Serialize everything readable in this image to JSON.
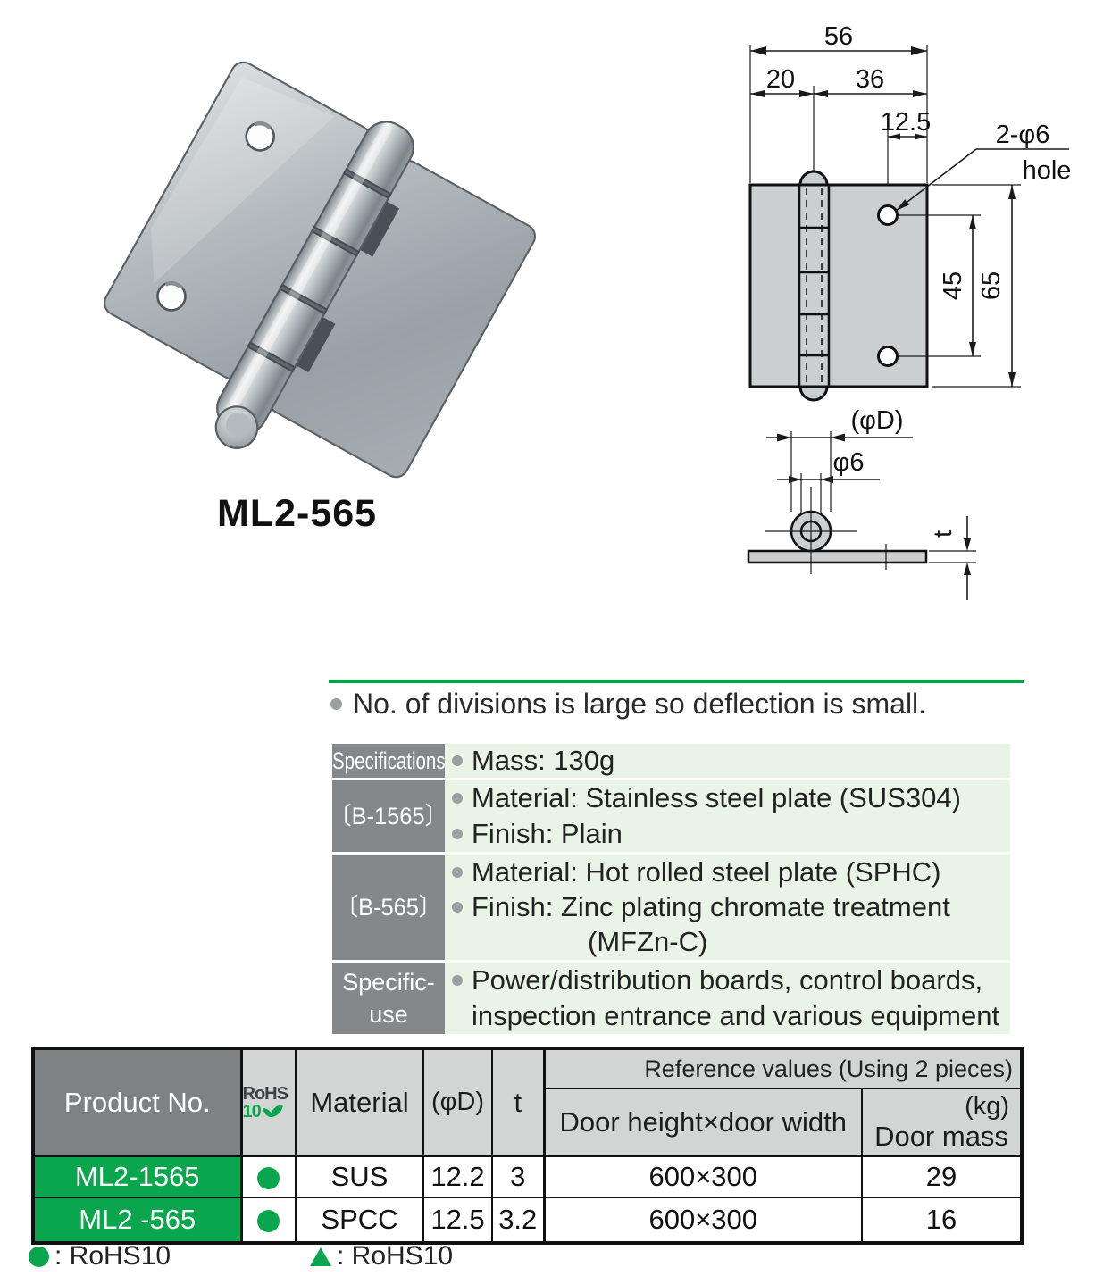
{
  "product": {
    "title": "ML2-565"
  },
  "note": {
    "text": "No. of divisions is large so deflection is small."
  },
  "drawing": {
    "front": {
      "w_total": "56",
      "w_left": "20",
      "w_right": "36",
      "hole_off": "12.5",
      "hole_label": "2-φ6",
      "hole_word": "hole",
      "hole_gap": "45",
      "h_total": "65"
    },
    "side": {
      "outer": "(φD)",
      "pin": "φ6",
      "thick": "t"
    }
  },
  "spec": {
    "rows": [
      {
        "label": "Specifications",
        "lines": [
          {
            "text": "Mass: 130g"
          }
        ]
      },
      {
        "label": "〔B-1565〕",
        "lines": [
          {
            "text": "Material: Stainless steel plate (SUS304)"
          },
          {
            "text": "Finish: Plain"
          }
        ]
      },
      {
        "label": "〔B-565〕",
        "lines": [
          {
            "text": "Material: Hot rolled steel plate (SPHC)"
          },
          {
            "text": "Finish: Zinc plating chromate treatment"
          },
          {
            "text": "(MFZn-C)"
          }
        ]
      },
      {
        "label": "Specific-",
        "label2": "use",
        "lines": [
          {
            "text": "Power/distribution boards, control boards,"
          },
          {
            "text": "inspection entrance and various equipment"
          }
        ]
      }
    ]
  },
  "ptable": {
    "headers": {
      "product_no": "Product No.",
      "rohs1": "RoHS",
      "rohs2": "10",
      "material": "Material",
      "dia": "(φD)",
      "t": "t",
      "reference": "Reference values (Using 2 pieces)",
      "door": "Door height×door width",
      "kg": "(kg)",
      "mass": "Door mass"
    },
    "rows": [
      {
        "no": "ML2-1565",
        "material": "SUS",
        "dia": "12.2",
        "t": "3",
        "door": "600×300",
        "mass": "29"
      },
      {
        "no": "ML2 -565",
        "material": "SPCC",
        "dia": "12.5",
        "t": "3.2",
        "door": "600×300",
        "mass": "16"
      }
    ]
  },
  "legend": {
    "circle": ": RoHS10",
    "triangle": ": RoHS10"
  },
  "colors": {
    "green": "#0aa64e",
    "green_line": "#00a63e",
    "dark_header": "#7e8283",
    "spec_label_bg": "#84888a",
    "header_grey": "#d3d5d4",
    "light_green": "#e9f4e6",
    "plate_grey": "#cbcfd0"
  }
}
